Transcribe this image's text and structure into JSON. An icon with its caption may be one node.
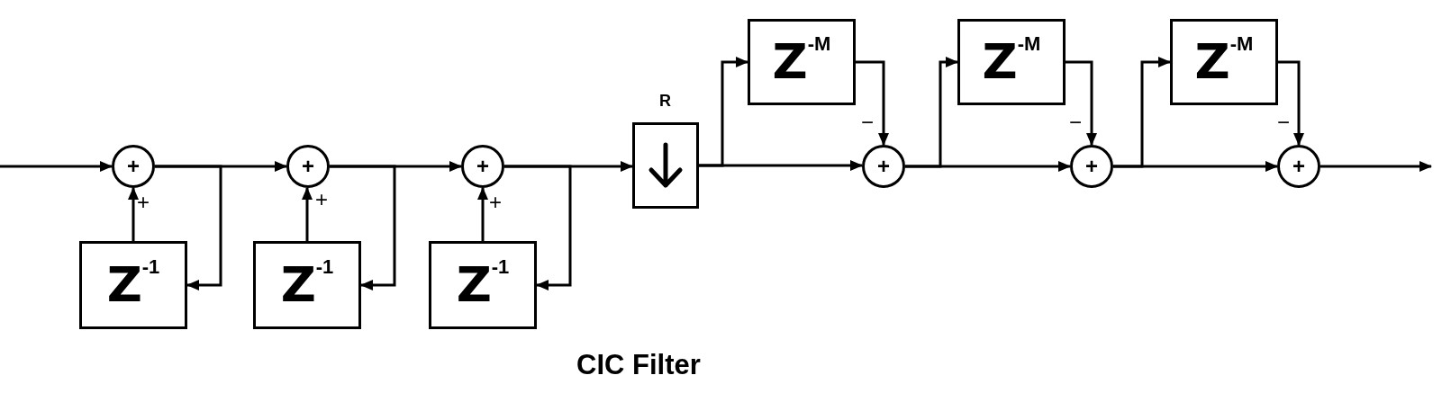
{
  "diagram": {
    "title": "CIC Filter",
    "nodes": [
      {
        "text": [
          "+"
        ]
      },
      {
        "text": [
          "Z$^{-1}$"
        ]
      },
      {
        "text": [
          "+"
        ]
      },
      {
        "text": [
          "Z$^{-1}$"
        ]
      },
      {
        "text": [
          "+"
        ]
      },
      {
        "text": [
          "Z$^{-1}$"
        ]
      },
      {
        "text": [],
        "shape": "box",
        "beside": [
          "R"
        ]
      },
      {
        "text": [
          "Z$^{-M}$"
        ]
      },
      {
        "text": [
          "+"
        ]
      },
      {
        "text": [
          "Z$^{-M}$"
        ]
      },
      {
        "text": [
          "+"
        ]
      },
      {
        "text": [
          "Z$^{-M}$"
        ]
      },
      {
        "text": [
          "+"
        ]
      }
    ],
    "edges": [
      {
        "from": null,
        "to": 0,
        "arrow": "to"
      },
      {
        "from": 0,
        "to": 2,
        "arrow": "to"
      },
      {
        "from": 0,
        "to": 1,
        "arrow": "to"
      },
      {
        "from": 1,
        "to": 0,
        "arrow": "to",
        "label": "+"
      },
      {
        "from": 2,
        "to": 4,
        "arrow": "to"
      },
      {
        "from": 2,
        "to": 3,
        "arrow": "to"
      },
      {
        "from": 3,
        "to": 2,
        "arrow": "to",
        "label": "+"
      },
      {
        "from": 4,
        "to": 6,
        "arrow": "to"
      },
      {
        "from": 4,
        "to": 5,
        "arrow": "to"
      },
      {
        "from": 5,
        "to": 4,
        "arrow": "to",
        "label": "+"
      },
      {
        "from": 6,
        "to": 8,
        "arrow": "to"
      },
      {
        "from": 6,
        "to": 7,
        "arrow": "to"
      },
      {
        "from": 7,
        "to": 8,
        "arrow": "to",
        "label": "−"
      },
      {
        "from": 8,
        "to": 10,
        "arrow": "to"
      },
      {
        "from": 8,
        "to": 9,
        "arrow": "to"
      },
      {
        "from": 9,
        "to": 10,
        "arrow": "to",
        "label": "−"
      },
      {
        "from": 10,
        "to": 12,
        "arrow": "to"
      },
      {
        "from": 10,
        "to": 11,
        "arrow": "to"
      },
      {
        "from": 11,
        "to": 12,
        "arrow": "to",
        "label": "−"
      },
      {
        "from": 12,
        "to": null,
        "arrow": "to"
      }
    ]
  }
}
